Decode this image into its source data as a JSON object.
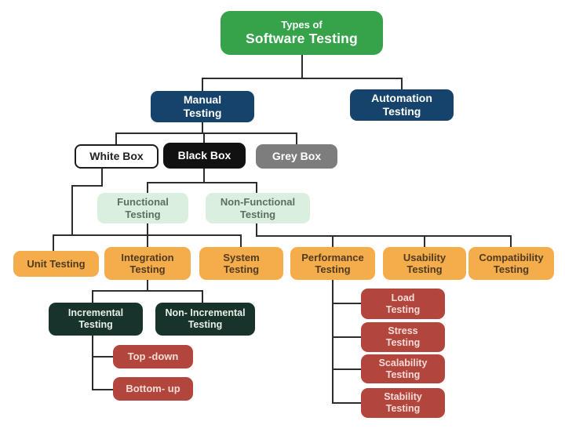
{
  "diagram_title": "Types of Software Testing",
  "nodes": {
    "root": {
      "line1": "Types of",
      "line2": "Software Testing"
    },
    "manual": {
      "label": "Manual\nTesting"
    },
    "automation": {
      "label": "Automation\nTesting"
    },
    "whitebox": {
      "label": "White Box"
    },
    "blackbox": {
      "label": "Black Box"
    },
    "greybox": {
      "label": "Grey Box"
    },
    "functional": {
      "label": "Functional\nTesting"
    },
    "nonfunctional": {
      "label": "Non-Functional\nTesting"
    },
    "unit": {
      "label": "Unit Testing"
    },
    "integration": {
      "label": "Integration\nTesting"
    },
    "system": {
      "label": "System\nTesting"
    },
    "performance": {
      "label": "Performance\nTesting"
    },
    "usability": {
      "label": "Usability\nTesting"
    },
    "compatibility": {
      "label": "Compatibility\nTesting"
    },
    "incremental": {
      "label": "Incremental\nTesting"
    },
    "nonincremental": {
      "label": "Non- Incremental\nTesting"
    },
    "topdown": {
      "label": "Top -down"
    },
    "bottomup": {
      "label": "Bottom- up"
    },
    "load": {
      "label": "Load\nTesting"
    },
    "stress": {
      "label": "Stress\nTesting"
    },
    "scalability": {
      "label": "Scalability\nTesting"
    },
    "stability": {
      "label": "Stability\nTesting"
    }
  },
  "colors": {
    "title_green": "#36a34a",
    "navy_blue": "#15436b",
    "black_box": "#111111",
    "grey_box": "#7d7d7d",
    "white_box_bg": "#ffffff",
    "white_box_border": "#1c1c1c",
    "white_box_text": "#222222",
    "light_green_bg": "#daefdd",
    "light_green_text": "#5d6e62",
    "orange_bg": "#f5ad4b",
    "orange_text": "#4e3a22",
    "dark_green_bg": "#17332b",
    "dark_green_text": "#e9efe9",
    "maroon_bg": "#b2453c",
    "maroon_text": "#f4dcd7",
    "light_text": "#ffffff",
    "connector": "#2d2d2d"
  }
}
